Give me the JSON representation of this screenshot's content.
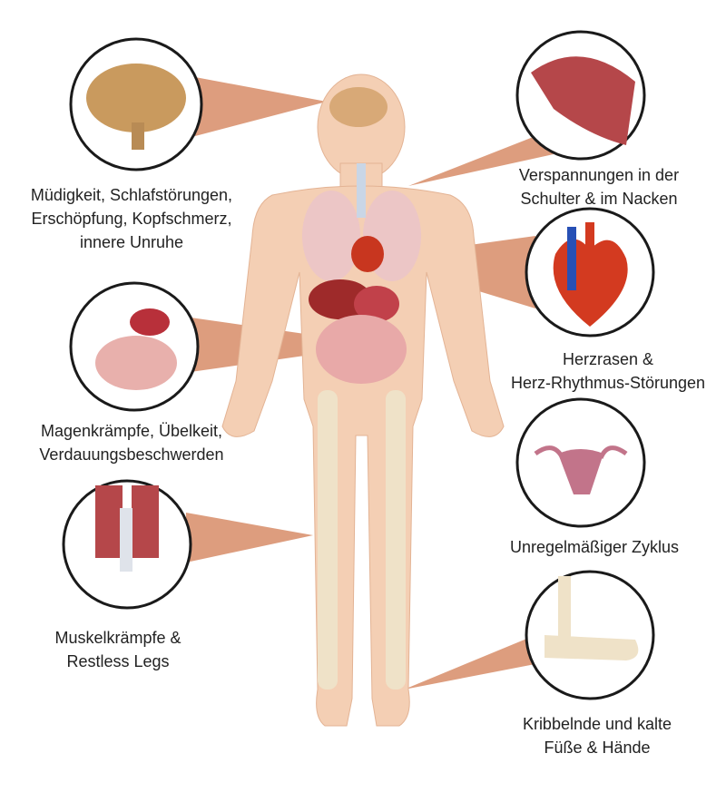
{
  "labels": {
    "brain": [
      "Müdigkeit, Schlafstörungen,",
      "Erschöpfung, Kopfschmerz,",
      "innere Unruhe"
    ],
    "shoulder": [
      "Verspannungen in der",
      "Schulter & im Nacken"
    ],
    "heart": [
      "Herzrasen &",
      "Herz-Rhythmus-Störungen"
    ],
    "digestion": [
      "Magenkrämpfe, Übelkeit,",
      "Verdauungsbeschwerden"
    ],
    "cycle": [
      "Unregelmäßiger Zyklus"
    ],
    "legs": [
      "Muskelkrämpfe &",
      "Restless Legs"
    ],
    "feet": [
      "Kribbelnde und kalte",
      "Füße & Hände"
    ]
  },
  "colors": {
    "skin": "#f4cfb4",
    "pointer": "#d99270",
    "circle_border": "#1a1a1a"
  }
}
